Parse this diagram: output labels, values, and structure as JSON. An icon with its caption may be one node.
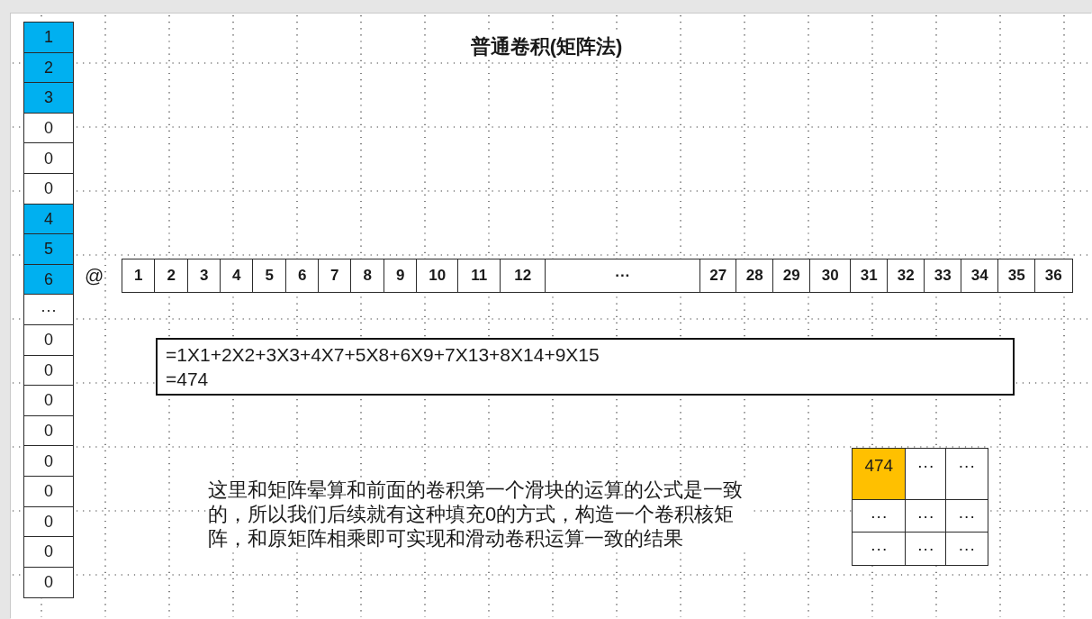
{
  "diagram": {
    "title": "普通卷积(矩阵法)",
    "nodes": [
      {
        "text": [
          "1"
        ]
      },
      {
        "text": [
          "2"
        ]
      },
      {
        "text": [
          "3"
        ]
      },
      {
        "text": [
          "0"
        ]
      },
      {
        "text": [
          "0"
        ]
      },
      {
        "text": [
          "0"
        ]
      },
      {
        "text": [
          "4"
        ]
      },
      {
        "text": [
          "5"
        ]
      },
      {
        "text": [
          "6"
        ]
      },
      {
        "text": [
          "···"
        ]
      },
      {
        "text": [
          "0"
        ]
      },
      {
        "text": [
          "0"
        ]
      },
      {
        "text": [
          "0"
        ]
      },
      {
        "text": [
          "0"
        ]
      },
      {
        "text": [
          "0"
        ]
      },
      {
        "text": [
          "0"
        ]
      },
      {
        "text": [
          "0"
        ]
      },
      {
        "text": [
          "0"
        ]
      },
      {
        "text": [
          "0"
        ]
      },
      {
        "text": [
          "1"
        ]
      },
      {
        "text": [
          "2"
        ]
      },
      {
        "text": [
          "3"
        ]
      },
      {
        "text": [
          "4"
        ]
      },
      {
        "text": [
          "5"
        ]
      },
      {
        "text": [
          "6"
        ]
      },
      {
        "text": [
          "7"
        ]
      },
      {
        "text": [
          "8"
        ]
      },
      {
        "text": [
          "9"
        ]
      },
      {
        "text": [
          "10"
        ]
      },
      {
        "text": [
          "11"
        ]
      },
      {
        "text": [
          "12"
        ]
      },
      {
        "text": [
          "···"
        ]
      },
      {
        "text": [
          "27"
        ]
      },
      {
        "text": [
          "28"
        ]
      },
      {
        "text": [
          "29"
        ]
      },
      {
        "text": [
          "30"
        ]
      },
      {
        "text": [
          "31"
        ]
      },
      {
        "text": [
          "32"
        ]
      },
      {
        "text": [
          "33"
        ]
      },
      {
        "text": [
          "34"
        ]
      },
      {
        "text": [
          "35"
        ]
      },
      {
        "text": [
          "36"
        ]
      },
      {
        "text": [
          "=1X1+2X2+3X3+4X7+5X8+6X9+7X13+8X14+9X15",
          "=474"
        ]
      },
      {
        "text": [
          "474"
        ]
      },
      {
        "text": [
          "···"
        ]
      },
      {
        "text": [
          "···"
        ]
      },
      {
        "text": [
          "···"
        ]
      },
      {
        "text": [
          "···"
        ]
      },
      {
        "text": [
          "···"
        ]
      },
      {
        "text": [
          "···"
        ]
      },
      {
        "text": [
          "···"
        ]
      },
      {
        "text": [
          "···"
        ]
      }
    ],
    "labels": [
      "@",
      "这里和矩阵晕算和前面的卷积第一个滑块的运算的公式是一致的，所以我们后续就有这种填充0的方式，构造一个卷积核矩阵，和原矩阵相乘即可实现和滑动卷积运算一致的结果"
    ]
  }
}
